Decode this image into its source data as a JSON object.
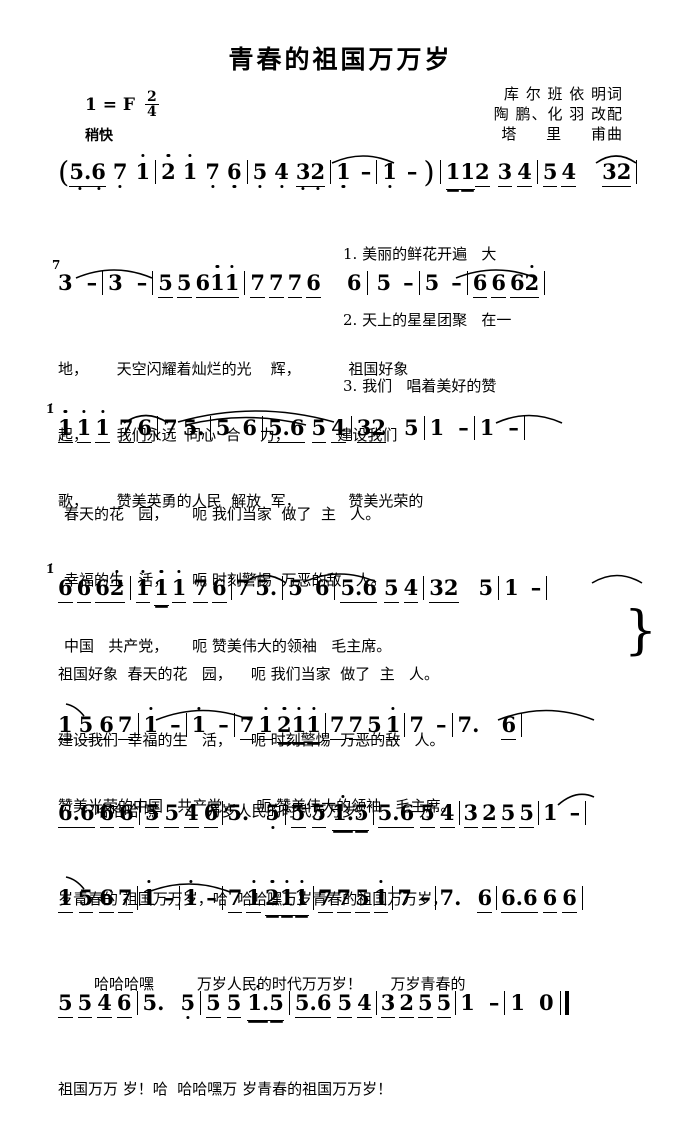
{
  "document": {
    "type": "jianpu-sheet-music",
    "title": "青春的祖国万万岁",
    "key_signature": "1 = F",
    "time_signature_numerator": "2",
    "time_signature_denominator": "4",
    "tempo_marking": "稍快",
    "credits": [
      "库 尔 班 依 明词",
      "陶 鹏、化 羽 改配",
      "塔     里     甫曲"
    ]
  },
  "systems": [
    {
      "id": "system-1",
      "notation": "( 5̣. 6̣ 7̣ 1 | 2 1 7̣ 6̣ | 5̣ 4̣ 3̣ 2̣ | 1̣ - | 1̣ - ) | 1 1 2 3 4 | 5 4   3 2 |",
      "lyrics": [
        "1. 美丽的鲜花开遍   大",
        "2. 天上的星星团聚   在一",
        "3. 我们   唱着美好的赞"
      ]
    },
    {
      "id": "system-2",
      "notation": "3 - | 3 - | 5 5 6 1̇ 1̇ | 7 7 7 6 | 7̣5 - | 5 - | 6 6 6 2̇ |",
      "lyrics": [
        "地，      天空闪耀着灿烂的光    辉，          祖国好象",
        "起，      我们永远  同心  合    力，          建设我们",
        "歌，      赞美英勇的人民  解放  军，          赞美光荣的"
      ]
    },
    {
      "id": "system-3",
      "notation": "1̇ 1̇ 1̇ 7 6 | 7 5. | 5 ⁱ6 | 5. 6 5 4 | 3 2   5 | 1 - | 1 - |",
      "lyrics": [
        "春天的花   园，     呃 我们当家  做了  主   人。",
        "幸福的生   活，     呃 时刻警惕  万恶的敌   人。",
        "中国   共产党，     呃 赞美伟大的领袖   毛主席。"
      ]
    },
    {
      "id": "system-4",
      "notation": "6 6 6 2̇ | 1̇ 1̇ 1̇ 7 6 | 7 5. | 5 ⁱ6 | 5. 6 5 4 | 3 2   5 | 1 - |",
      "lyrics": [
        "祖国好象  春天的花   园，    呃 我们当家  做了  主   人。",
        "建设我们  幸福的生   活，    呃 时刻警惕  万恶的敌   人。",
        "赞美光荣的中国   共产党，    呃 赞美伟大的领袖   毛主席。"
      ],
      "brace": "}"
    },
    {
      "id": "system-5",
      "notation": "1 5 6 7 | 1̇ - | 1̇ - | 7 1̇ 2̇ 1̇ 1̇ | 7 7 5 1̇ | 7 - | 7. 6 |",
      "lyrics": [
        "哈哈哈 嘿          万岁人民的时代万万岁，          万"
      ]
    },
    {
      "id": "system-6",
      "notation": "6. 6 6 6 | 5 5 4 6 | 5. 5 | 5 5 1̇. 5 | 5. 6 5 4 | 3 2 5 5 | 1 - |",
      "lyrics": [
        "岁青春的 祖国万万岁，哈  哈哈嘿万岁青春的祖国万万岁，"
      ]
    },
    {
      "id": "system-7",
      "notation": "1 5 6 7 | 1̇ - | 1̇ - | 7 1̇ 2̇ 1̇ 1̇ | 7 7 5 1̇ | 7 - | 7. 6 | 6. 6 6 6 |",
      "lyrics": [
        "哈哈哈嘿         万岁人民的时代万万岁！      万岁青春的"
      ]
    },
    {
      "id": "system-8",
      "notation": "5 5 4 6 | 5. 5 | 5 5 1̇. 5 | 5. 6 5 4 | 3 2 5 5 | 1 - | 1 0 ‖",
      "lyrics": [
        "祖国万万 岁！哈  哈哈嘿万 岁青春的祖国万万岁！"
      ]
    }
  ],
  "colors": {
    "ink": "#000000",
    "paper": "#ffffff"
  }
}
